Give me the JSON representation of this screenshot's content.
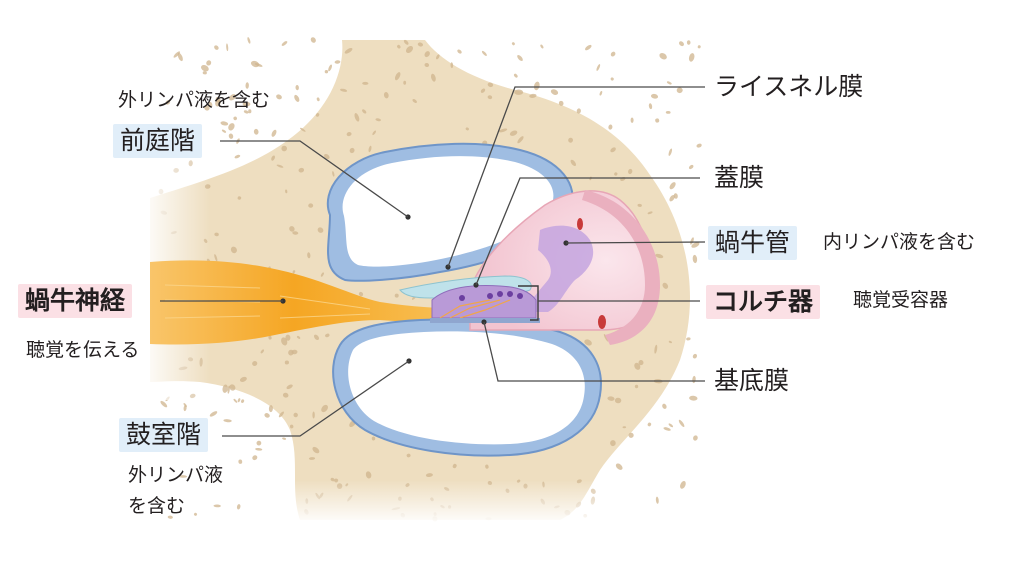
{
  "labels": {
    "scala_vestibuli": "前庭階",
    "scala_vestibuli_note": "外リンパ液を含む",
    "reissner_membrane": "ライスネル膜",
    "tectorial_membrane": "蓋膜",
    "cochlear_duct": "蝸牛管",
    "cochlear_duct_note": "内リンパ液を含む",
    "cochlear_nerve": "蝸牛神経",
    "cochlear_nerve_note": "聴覚を伝える",
    "organ_of_corti": "コルチ器",
    "organ_of_corti_note": "聴覚受容器",
    "basilar_membrane": "基底膜",
    "scala_tympani": "鼓室階",
    "scala_tympani_note_line1": "外リンパ液",
    "scala_tympani_note_line2": "を含む"
  },
  "colors": {
    "bone": "#eedec0",
    "bone_speckle": "#cfb48e",
    "membrane_blue": "#b2c9e6",
    "membrane_blue_dark": "#8fafd7",
    "cochlear_duct_pink": "#f6d3dc",
    "stria_pink": "#eeb8c4",
    "nerve_orange": "#f7b239",
    "organ_purple": "#b89ad6",
    "tectorial_teal": "#bfe2ea",
    "blood_red": "#c83a3a",
    "leader_line": "#4a4a4a",
    "highlight_blue": "#e1eef9",
    "highlight_pink": "#fbe0e5"
  },
  "icons": {
    "organ": "cochlea-cross-section"
  }
}
